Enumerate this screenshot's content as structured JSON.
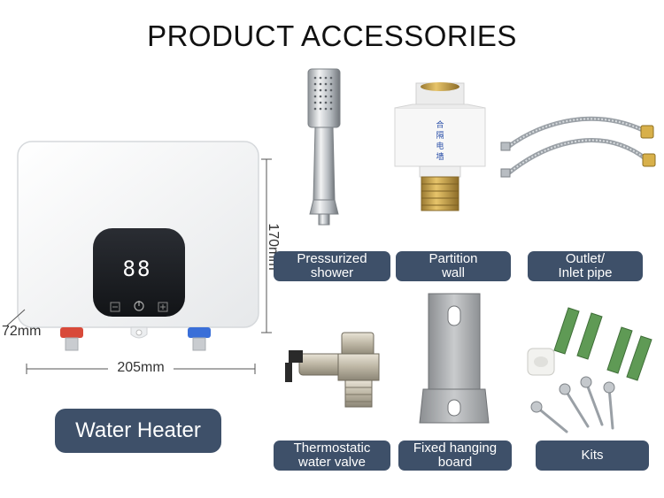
{
  "title": "PRODUCT ACCESSORIES",
  "display_digits": "88",
  "heater_label": "Water Heater",
  "dimensions": {
    "height": "170mm",
    "width": "205mm",
    "depth": "72mm"
  },
  "accessories": [
    {
      "label": "Pressurized\nshower",
      "icon": "shower-head"
    },
    {
      "label": "Partition\nwall",
      "icon": "partition-fitting"
    },
    {
      "label": "Outlet/\nInlet pipe",
      "icon": "hose-pipes"
    },
    {
      "label": "Thermostatic\nwater valve",
      "icon": "brass-valve"
    },
    {
      "label": "Fixed hanging\nboard",
      "icon": "hanging-bracket"
    },
    {
      "label": "Kits",
      "icon": "screws-and-anchors"
    }
  ],
  "colors": {
    "label_bg": "#3e5069",
    "label_text": "#ffffff",
    "heater_body": "#f4f5f6",
    "display_panel": "#1a1c20",
    "display_digits": "#ffffff",
    "hot_pipe": "#d84a3a",
    "cold_pipe": "#3a6fd8",
    "anchor_green": "#5f9a55"
  }
}
